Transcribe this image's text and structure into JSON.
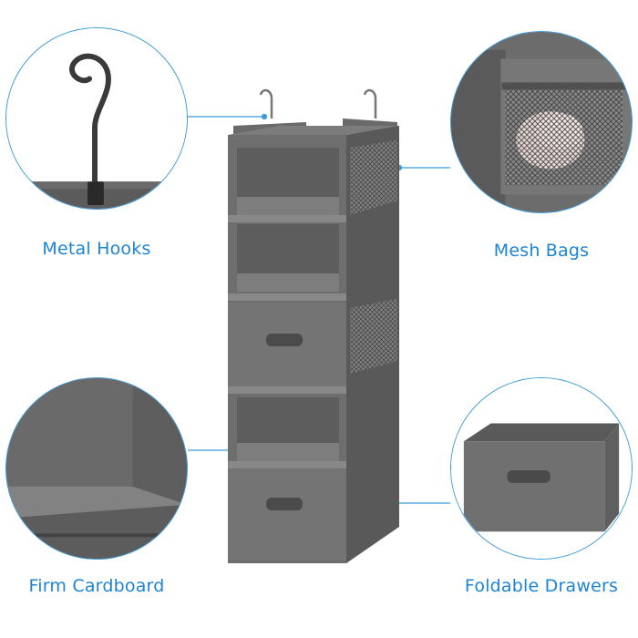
{
  "features": {
    "hooks": {
      "label": "Metal Hooks",
      "icon": "hanger-hook-icon"
    },
    "mesh": {
      "label": "Mesh Bags",
      "icon": "mesh-pocket-icon"
    },
    "cardboard": {
      "label": "Firm Cardboard",
      "icon": "shelf-board-icon"
    },
    "drawers": {
      "label": "Foldable Drawers",
      "icon": "drawer-box-icon"
    }
  },
  "colors": {
    "accent": "#3a9ad9",
    "label_text": "#1d84d4",
    "fabric": "#6c6c6c",
    "fabric_dark": "#4f4f4f",
    "fabric_light": "#8a8a8a"
  }
}
